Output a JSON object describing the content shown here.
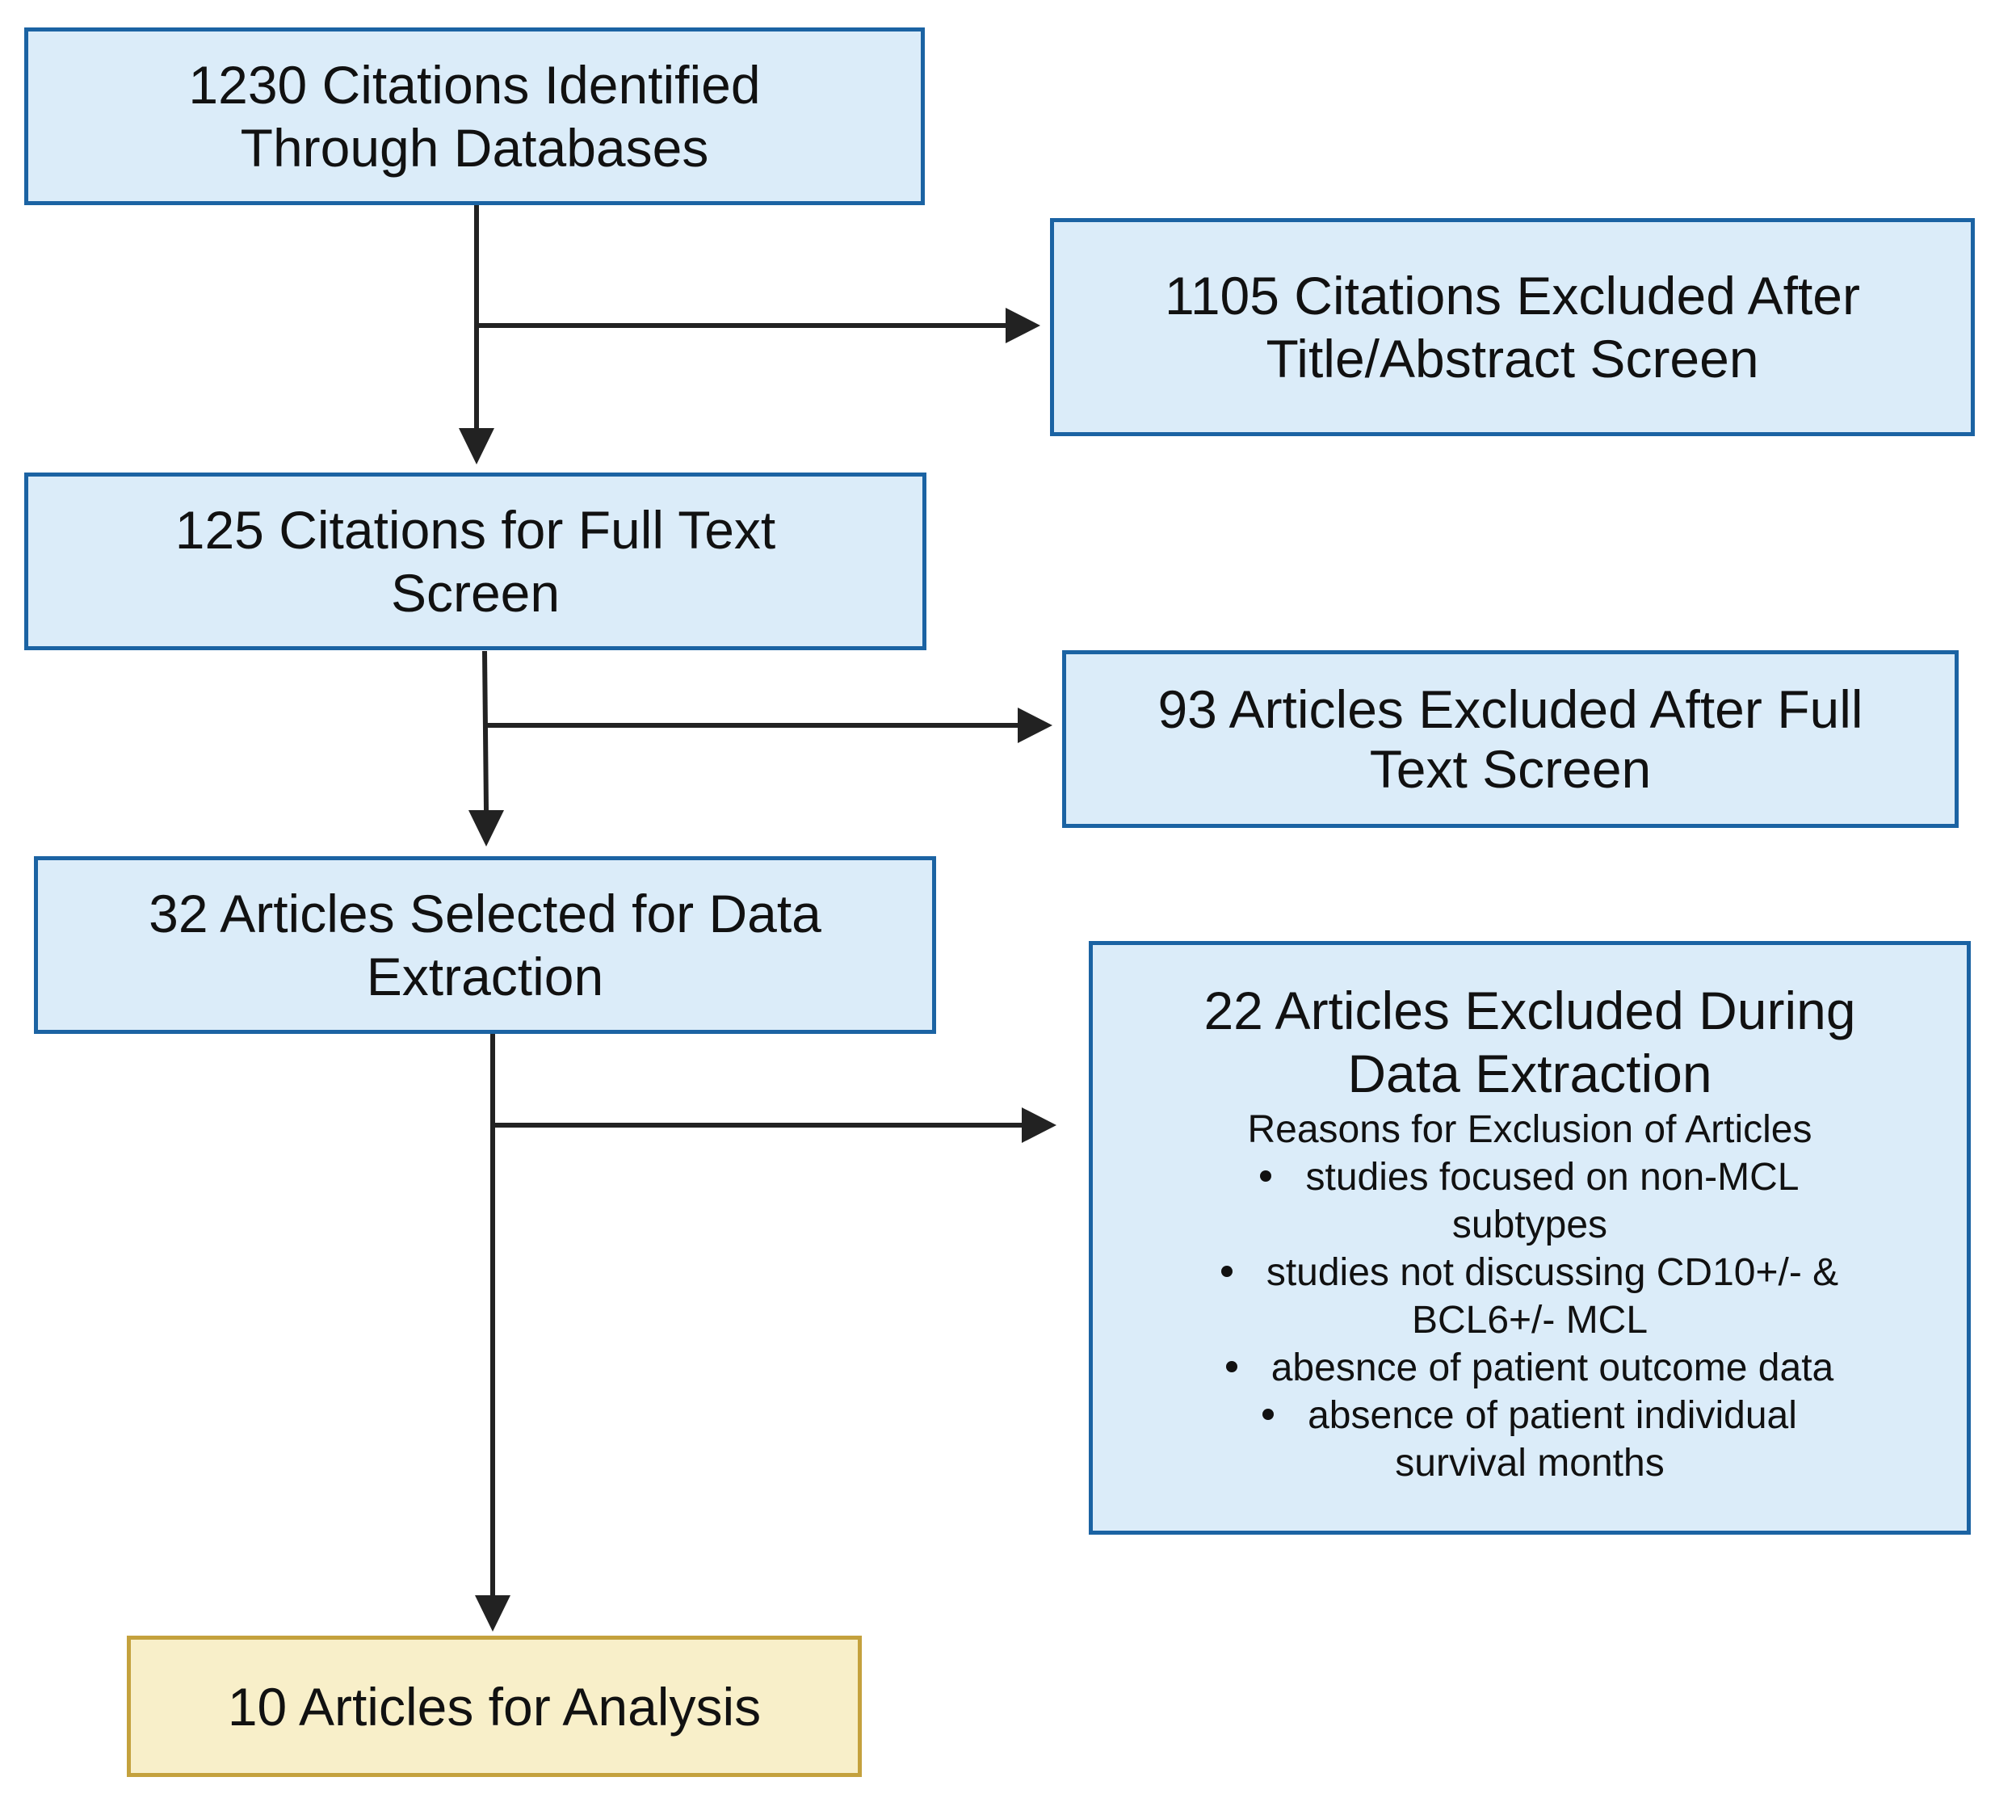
{
  "diagram": {
    "boxes": {
      "identified": {
        "lines": [
          "1230 Citations Identified",
          "Through Databases"
        ]
      },
      "excluded_title_abstract": {
        "lines": [
          "1105 Citations Excluded After",
          "Title/Abstract Screen"
        ]
      },
      "full_text": {
        "lines": [
          "125 Citations for Full Text",
          "Screen"
        ]
      },
      "excluded_full_text": {
        "lines": [
          "93 Articles Excluded After Full",
          "Text Screen"
        ]
      },
      "data_extraction": {
        "lines": [
          "32 Articles Selected for Data",
          "Extraction"
        ]
      },
      "excluded_data_extraction": {
        "lines": [
          "22 Articles Excluded During",
          "Data Extraction"
        ],
        "reasons_heading": "Reasons for Exclusion of Articles",
        "reasons": [
          [
            "studies focused on non-MCL",
            "subtypes"
          ],
          [
            "studies not discussing CD10+/- &",
            "BCL6+/- MCL"
          ],
          [
            "abesnce of patient outcome data"
          ],
          [
            "absence of patient individual",
            "survival months"
          ]
        ]
      },
      "analysis": {
        "lines": [
          "10 Articles for Analysis"
        ]
      }
    },
    "colors": {
      "box_fill": "#dbecf9",
      "box_border": "#1b63a3",
      "final_fill": "#f8efc9",
      "final_border": "#c4a13d",
      "arrow": "#222222"
    }
  }
}
